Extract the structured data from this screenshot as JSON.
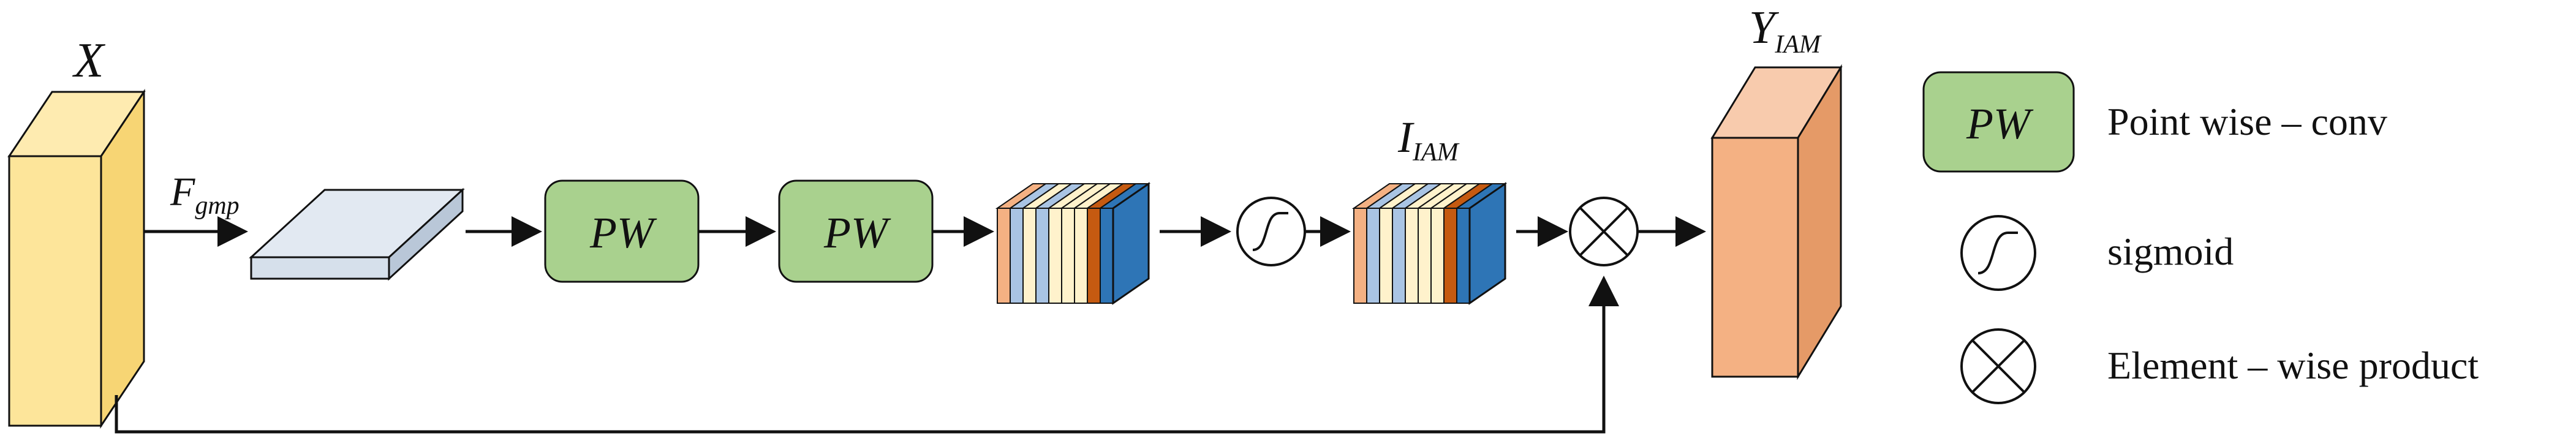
{
  "labels": {
    "input_symbol": "X",
    "gmp_base": "F",
    "gmp_sub": "gmp",
    "output_base": "Y",
    "output_sub": "IAM",
    "attention_base": "I",
    "attention_sub": "IAM",
    "pw_block_1": "PW",
    "pw_block_2": "PW"
  },
  "legend": {
    "pw_symbol": "PW",
    "pw_text": "Point wise – conv",
    "sigmoid_text": "sigmoid",
    "product_text": "Element – wise  product"
  },
  "colors": {
    "input_block": "#FDE59A",
    "input_block_stroke": "#C9A94E",
    "gmp_slab": "#D6E0EB",
    "pw_fill": "#A9D18E",
    "pw_stroke": "#6E8B5A",
    "output_block": "#F4B183",
    "output_block_stroke": "#B07A52",
    "stripe_light_blue": "#A9C4E4",
    "stripe_cream": "#FFF2CC",
    "stripe_orange": "#C55A11",
    "stripe_blue": "#2E75B6",
    "stripe_peach": "#F4B183",
    "line": "#111111"
  },
  "icons": {
    "sigmoid": "sigmoid-icon",
    "product": "element-wise-product-icon"
  }
}
